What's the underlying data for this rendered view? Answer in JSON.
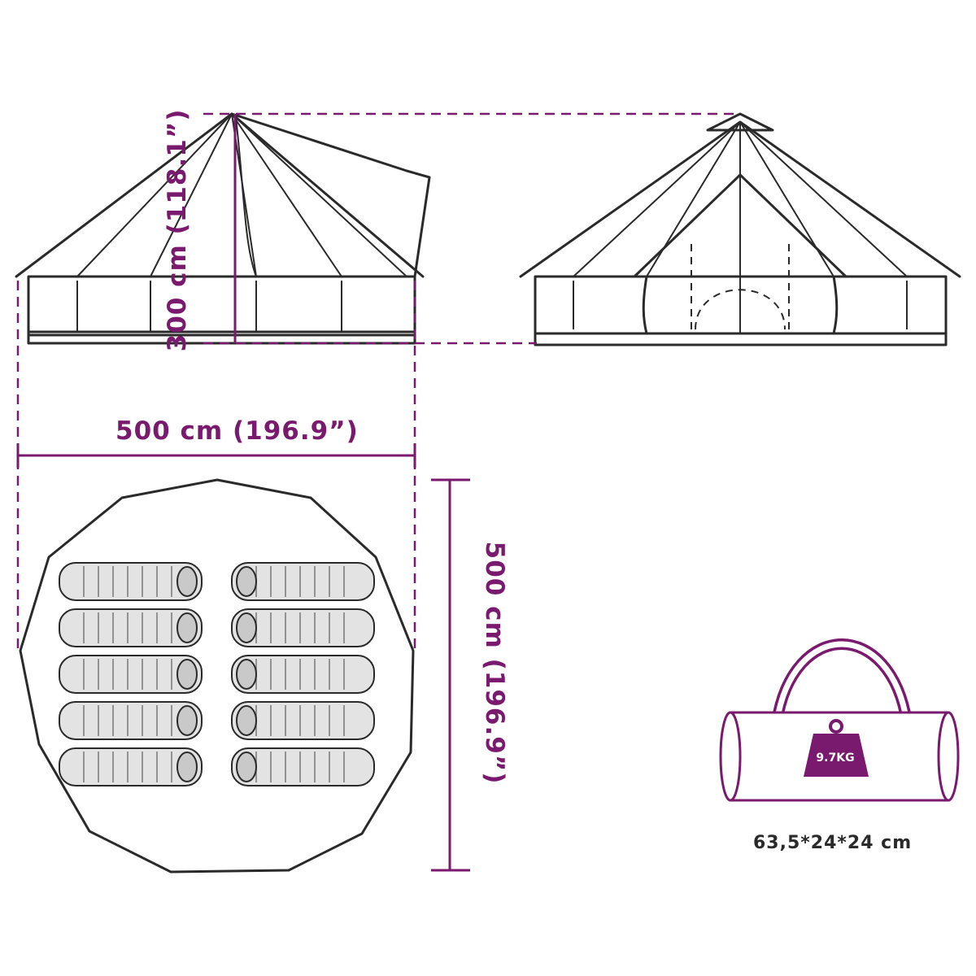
{
  "dimensions": {
    "height": "300 cm (118.1”)",
    "width": "500 cm (196.9”)",
    "depth": "500 cm (196.9”)"
  },
  "package": {
    "weight": "9.7KG",
    "size": "63,5*24*24 cm"
  },
  "floor_plan": {
    "sleeping_bags": 10
  },
  "colors": {
    "accent": "#7a1a6e",
    "line": "#2a2a2a",
    "bag_fill": "#e3e3e3"
  }
}
